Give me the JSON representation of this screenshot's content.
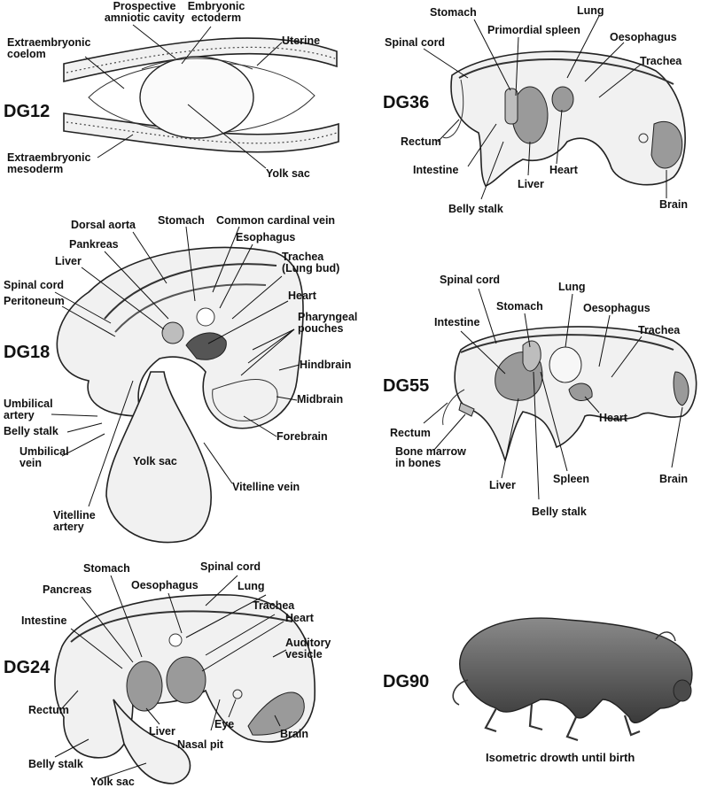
{
  "panels": {
    "dg12": {
      "stage": "DG12",
      "labels": {
        "prospective_amniotic_cavity": "Prospective\namniotic cavity",
        "embryonic_ectoderm": "Embryonic\nectoderm",
        "extraembryonic_coelom": "Extraembryonic\ncoelom",
        "uterine": "Uterine",
        "extraembryonic_mesoderm": "Extraembryonic\nmesoderm",
        "yolk_sac": "Yolk sac"
      }
    },
    "dg18": {
      "stage": "DG18",
      "labels": {
        "dorsal_aorta": "Dorsal aorta",
        "stomach": "Stomach",
        "common_cardinal_vein": "Common cardinal vein",
        "pankreas": "Pankreas",
        "esophagus": "Esophagus",
        "liver": "Liver",
        "trachea": "Trachea\n(Lung bud)",
        "spinal_cord": "Spinal cord",
        "heart": "Heart",
        "peritoneum": "Peritoneum",
        "pharyngeal_pouches": "Pharyngeal\npouches",
        "hindbrain": "Hindbrain",
        "umbilical_artery": "Umbilical\nartery",
        "midbrain": "Midbrain",
        "belly_stalk": "Belly stalk",
        "forebrain": "Forebrain",
        "umbilical_vein": "Umbilical\nvein",
        "yolk_sac": "Yolk sac",
        "vitelline_vein": "Vitelline vein",
        "vitelline_artery": "Vitelline\nartery"
      }
    },
    "dg24": {
      "stage": "DG24",
      "labels": {
        "stomach": "Stomach",
        "spinal_cord": "Spinal cord",
        "oesophagus": "Oesophagus",
        "pancreas": "Pancreas",
        "lung": "Lung",
        "trachea": "Trachea",
        "intestine": "Intestine",
        "heart": "Heart",
        "auditory_vesicle": "Auditory\nvesicle",
        "rectum": "Rectum",
        "eye": "Eye",
        "liver": "Liver",
        "nasal_pit": "Nasal pit",
        "brain": "Brain",
        "belly_stalk": "Belly stalk",
        "yolk_sac": "Yolk sac"
      }
    },
    "dg36": {
      "stage": "DG36",
      "labels": {
        "stomach": "Stomach",
        "lung": "Lung",
        "primordial_spleen": "Primordial spleen",
        "spinal_cord": "Spinal cord",
        "oesophagus": "Oesophagus",
        "trachea": "Trachea",
        "rectum": "Rectum",
        "intestine": "Intestine",
        "heart": "Heart",
        "liver": "Liver",
        "belly_stalk": "Belly stalk",
        "brain": "Brain"
      }
    },
    "dg55": {
      "stage": "DG55",
      "labels": {
        "spinal_cord": "Spinal cord",
        "lung": "Lung",
        "stomach": "Stomach",
        "intestine": "Intestine",
        "oesophagus": "Oesophagus",
        "trachea": "Trachea",
        "rectum": "Rectum",
        "heart": "Heart",
        "bone_marrow": "Bone marrow\nin bones",
        "spleen": "Spleen",
        "liver": "Liver",
        "brain": "Brain",
        "belly_stalk": "Belly stalk"
      }
    },
    "dg90": {
      "stage": "DG90",
      "caption": "Isometric drowth until birth"
    }
  }
}
